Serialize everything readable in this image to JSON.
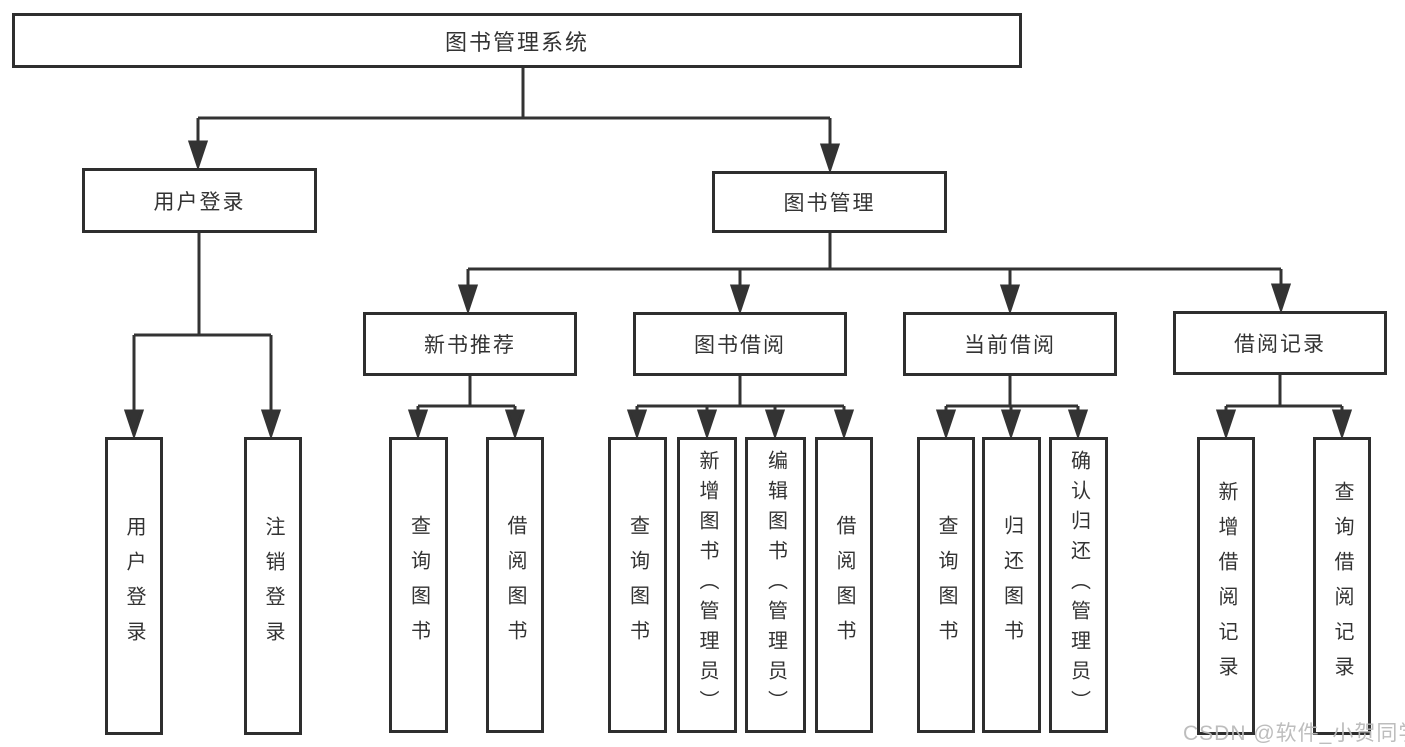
{
  "nodes": {
    "root": "图书管理系统",
    "user_login": "用户登录",
    "book_mgmt": "图书管理",
    "new_book_rec": "新书推荐",
    "book_borrow": "图书借阅",
    "current_borrow": "当前借阅",
    "borrow_records": "借阅记录",
    "login": "用户登录",
    "logout": "注销登录",
    "query_books_1": "查询图书",
    "borrow_books_1": "借阅图书",
    "query_books_2": "查询图书",
    "add_books_admin": "新增图书（管理员）",
    "edit_books_admin": "编辑图书（管理员）",
    "borrow_books_2": "借阅图书",
    "query_books_3": "查询图书",
    "return_books": "归还图书",
    "confirm_return_admin": "确认归还（管理员）",
    "add_borrow_record": "新增借阅记录",
    "query_borrow_record": "查询借阅记录"
  },
  "structure": {
    "图书管理系统": [
      "用户登录",
      "图书管理"
    ],
    "用户登录": [
      "用户登录",
      "注销登录"
    ],
    "图书管理": [
      "新书推荐",
      "图书借阅",
      "当前借阅",
      "借阅记录"
    ],
    "新书推荐": [
      "查询图书",
      "借阅图书"
    ],
    "图书借阅": [
      "查询图书",
      "新增图书（管理员）",
      "编辑图书（管理员）",
      "借阅图书"
    ],
    "当前借阅": [
      "查询图书",
      "归还图书",
      "确认归还（管理员）"
    ],
    "借阅记录": [
      "新增借阅记录",
      "查询借阅记录"
    ]
  },
  "watermark": "CSDN @软件_小贺同学",
  "colors": {
    "line": "#333333",
    "box_border": "#2e2e2e",
    "text": "#333333",
    "background": "#ffffff",
    "watermark": "#b9b9b9"
  }
}
